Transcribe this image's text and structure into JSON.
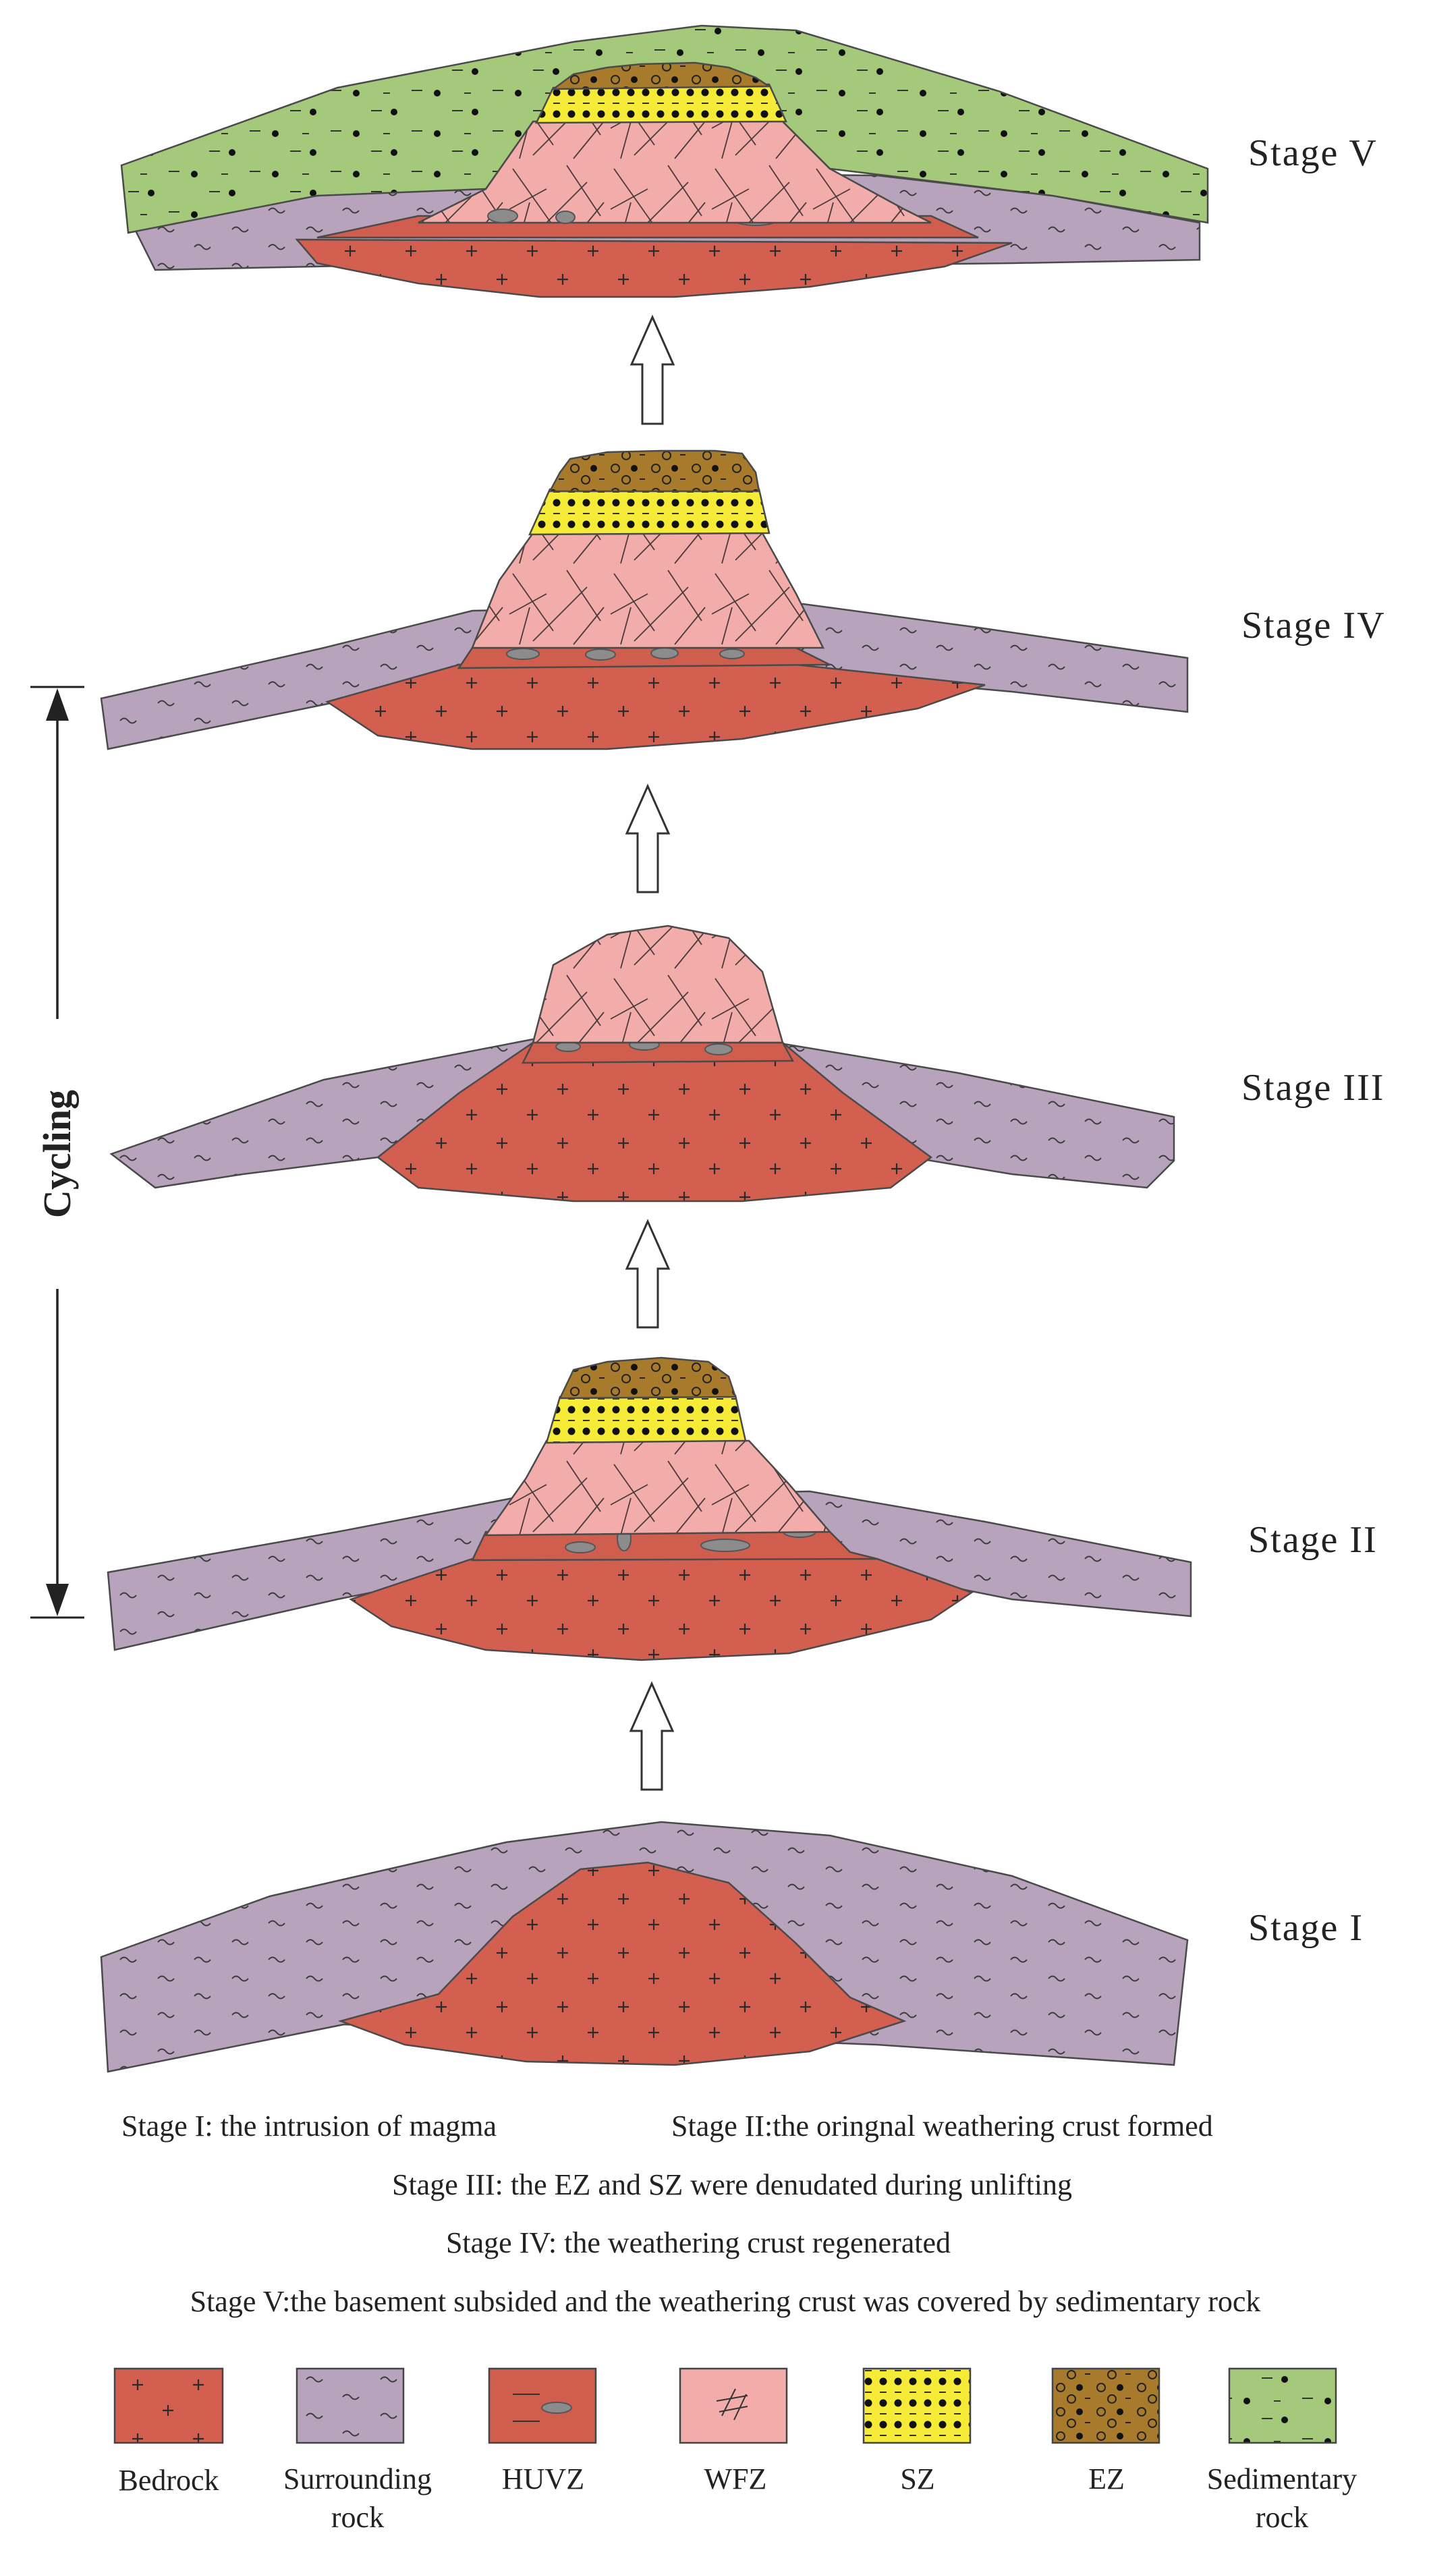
{
  "stages": [
    {
      "id": "stage-1",
      "label": "Stage  I"
    },
    {
      "id": "stage-2",
      "label": "Stage  II"
    },
    {
      "id": "stage-3",
      "label": "Stage  III"
    },
    {
      "id": "stage-4",
      "label": "Stage  IV"
    },
    {
      "id": "stage-5",
      "label": "Stage  V"
    }
  ],
  "cycling_label": "Cycling",
  "captions": [
    "Stage  I: the intrusion of magma",
    "Stage II:the oringnal weathering crust formed",
    "Stage III: the EZ and SZ were denudated during unlifting",
    "Stage IV: the weathering crust  regenerated",
    "Stage V:the  basement subsided  and  the weathering crust was covered by sedimentary rock"
  ],
  "legend": [
    {
      "key": "bedrock",
      "label": [
        "Bedrock"
      ],
      "color": "#d35f50"
    },
    {
      "key": "surrounding",
      "label": [
        "Surrounding",
        "rock"
      ],
      "color": "#b7a4bc"
    },
    {
      "key": "huvz",
      "label": [
        "HUVZ"
      ],
      "color": "#cf5e4f"
    },
    {
      "key": "wfz",
      "label": [
        "WFZ"
      ],
      "color": "#f2adaa"
    },
    {
      "key": "sz",
      "label": [
        "SZ"
      ],
      "color": "#f6eb36"
    },
    {
      "key": "ez",
      "label": [
        "EZ"
      ],
      "color": "#a87a2c"
    },
    {
      "key": "sedimentary",
      "label": [
        "Sedimentary",
        "rock"
      ],
      "color": "#a5c97a"
    }
  ]
}
